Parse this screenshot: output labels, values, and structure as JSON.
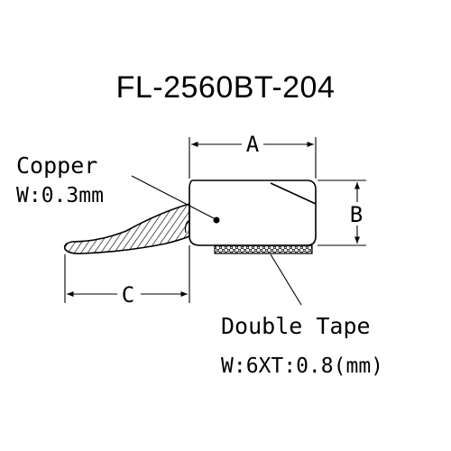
{
  "title": "FL-2560BT-204",
  "copper": {
    "name": "Copper",
    "width": "W:0.3mm"
  },
  "tape": {
    "name": "Double Tape",
    "spec": "W:6XT:0.8(mm)"
  },
  "dimensions": {
    "a": "A",
    "b": "B",
    "c": "C"
  },
  "colors": {
    "ink": "#000000",
    "background": "#ffffff"
  }
}
